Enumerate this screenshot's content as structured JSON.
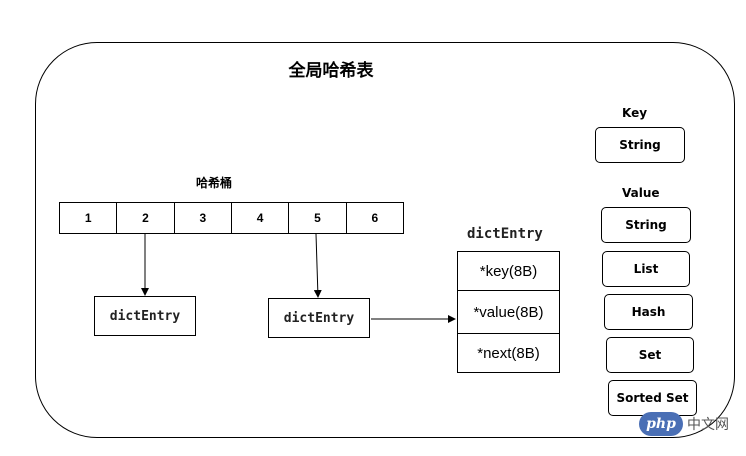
{
  "title": "全局哈希表",
  "bucket_label": "哈希桶",
  "buckets": [
    "1",
    "2",
    "3",
    "4",
    "5",
    "6"
  ],
  "entry_box_1": "dictEntry",
  "entry_box_2": "dictEntry",
  "entry_struct": {
    "title": "dictEntry",
    "fields": [
      "*key(8B)",
      "*value(8B)",
      "*next(8B)"
    ]
  },
  "key_section": {
    "label": "Key",
    "types": [
      "String"
    ]
  },
  "value_section": {
    "label": "Value",
    "types": [
      "String",
      "List",
      "Hash",
      "Set",
      "Sorted Set"
    ]
  },
  "watermark": {
    "logo": "php",
    "text": "中文网"
  }
}
